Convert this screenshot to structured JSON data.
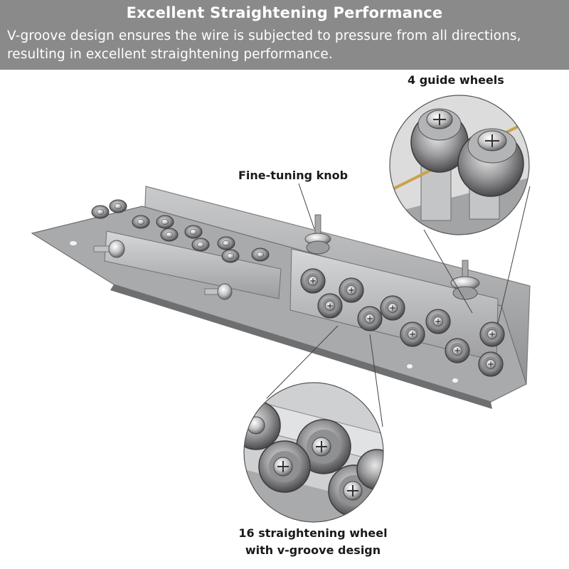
{
  "banner": {
    "title": "Excellent Straightening Performance",
    "description": "V-groove design ensures the wire is subjected to pressure from all directions, resulting in excellent straightening performance."
  },
  "callouts": {
    "guide_wheels": "4 guide wheels",
    "fine_tuning_knob": "Fine-tuning knob",
    "straightening_wheels_line1": "16 straightening wheel",
    "straightening_wheels_line2": "with v-groove design"
  },
  "colors": {
    "banner_bg": "#8a8a8a",
    "banner_text": "#ffffff",
    "label_text": "#1a1a1a",
    "metal": "#b8b9bb",
    "wire": "#c9a24a"
  }
}
